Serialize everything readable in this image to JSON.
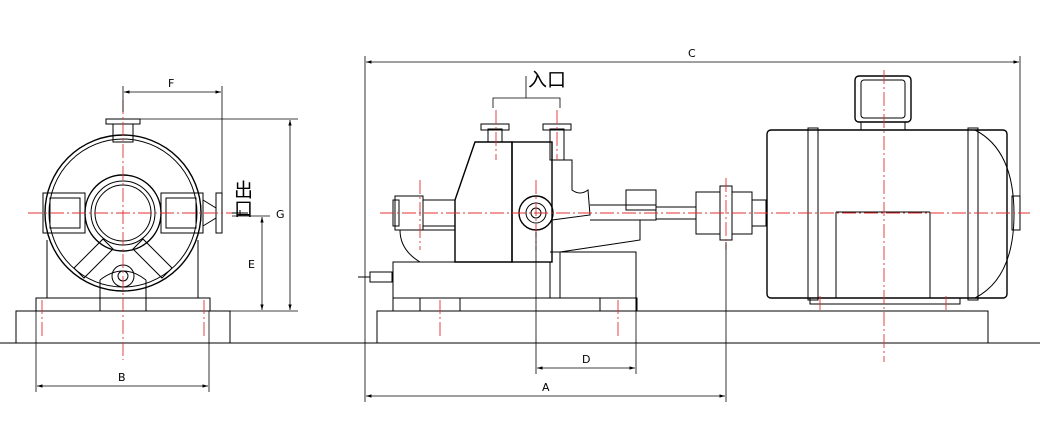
{
  "labels": {
    "inlet": "入口",
    "outlet": "出口",
    "dim_a": "A",
    "dim_b": "B",
    "dim_c": "C",
    "dim_d": "D",
    "dim_e": "E",
    "dim_f": "F",
    "dim_g": "G"
  },
  "colors": {
    "line": "#000000",
    "centerline": "#e03030",
    "background": "#ffffff"
  }
}
